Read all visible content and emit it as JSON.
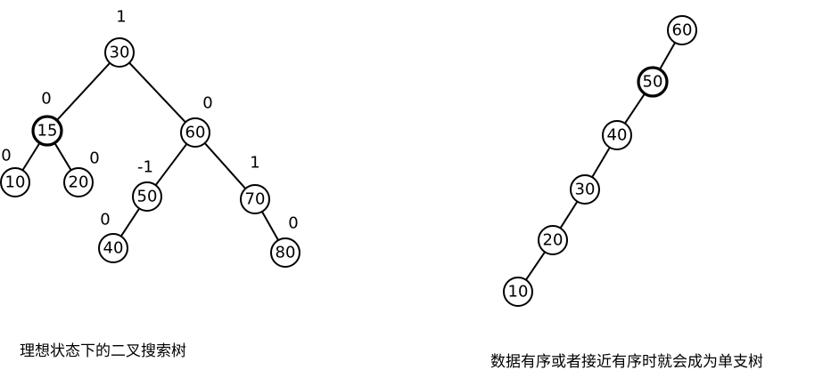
{
  "balanced_tree": {
    "caption": "理想状态下的二叉搜索树",
    "nodes": [
      {
        "id": "n30",
        "label": "30",
        "balance": "1"
      },
      {
        "id": "n15",
        "label": "15",
        "balance": "0"
      },
      {
        "id": "n60",
        "label": "60",
        "balance": "0"
      },
      {
        "id": "n10",
        "label": "10",
        "balance": "0"
      },
      {
        "id": "n20",
        "label": "20",
        "balance": "0"
      },
      {
        "id": "n50",
        "label": "50",
        "balance": "-1"
      },
      {
        "id": "n70",
        "label": "70",
        "balance": "1"
      },
      {
        "id": "n40",
        "label": "40",
        "balance": "0"
      },
      {
        "id": "n80",
        "label": "80",
        "balance": "0"
      }
    ],
    "edges": [
      [
        "n30",
        "n15"
      ],
      [
        "n30",
        "n60"
      ],
      [
        "n15",
        "n10"
      ],
      [
        "n15",
        "n20"
      ],
      [
        "n60",
        "n50"
      ],
      [
        "n60",
        "n70"
      ],
      [
        "n50",
        "n40"
      ],
      [
        "n70",
        "n80"
      ]
    ]
  },
  "degenerate_tree": {
    "caption": "数据有序或者接近有序时就会成为单支树",
    "nodes": [
      {
        "id": "m60",
        "label": "60"
      },
      {
        "id": "m50",
        "label": "50"
      },
      {
        "id": "m40",
        "label": "40"
      },
      {
        "id": "m30",
        "label": "30"
      },
      {
        "id": "m20",
        "label": "20"
      },
      {
        "id": "m10",
        "label": "10"
      }
    ],
    "edges": [
      [
        "m60",
        "m50"
      ],
      [
        "m50",
        "m40"
      ],
      [
        "m40",
        "m30"
      ],
      [
        "m30",
        "m20"
      ],
      [
        "m20",
        "m10"
      ]
    ]
  }
}
